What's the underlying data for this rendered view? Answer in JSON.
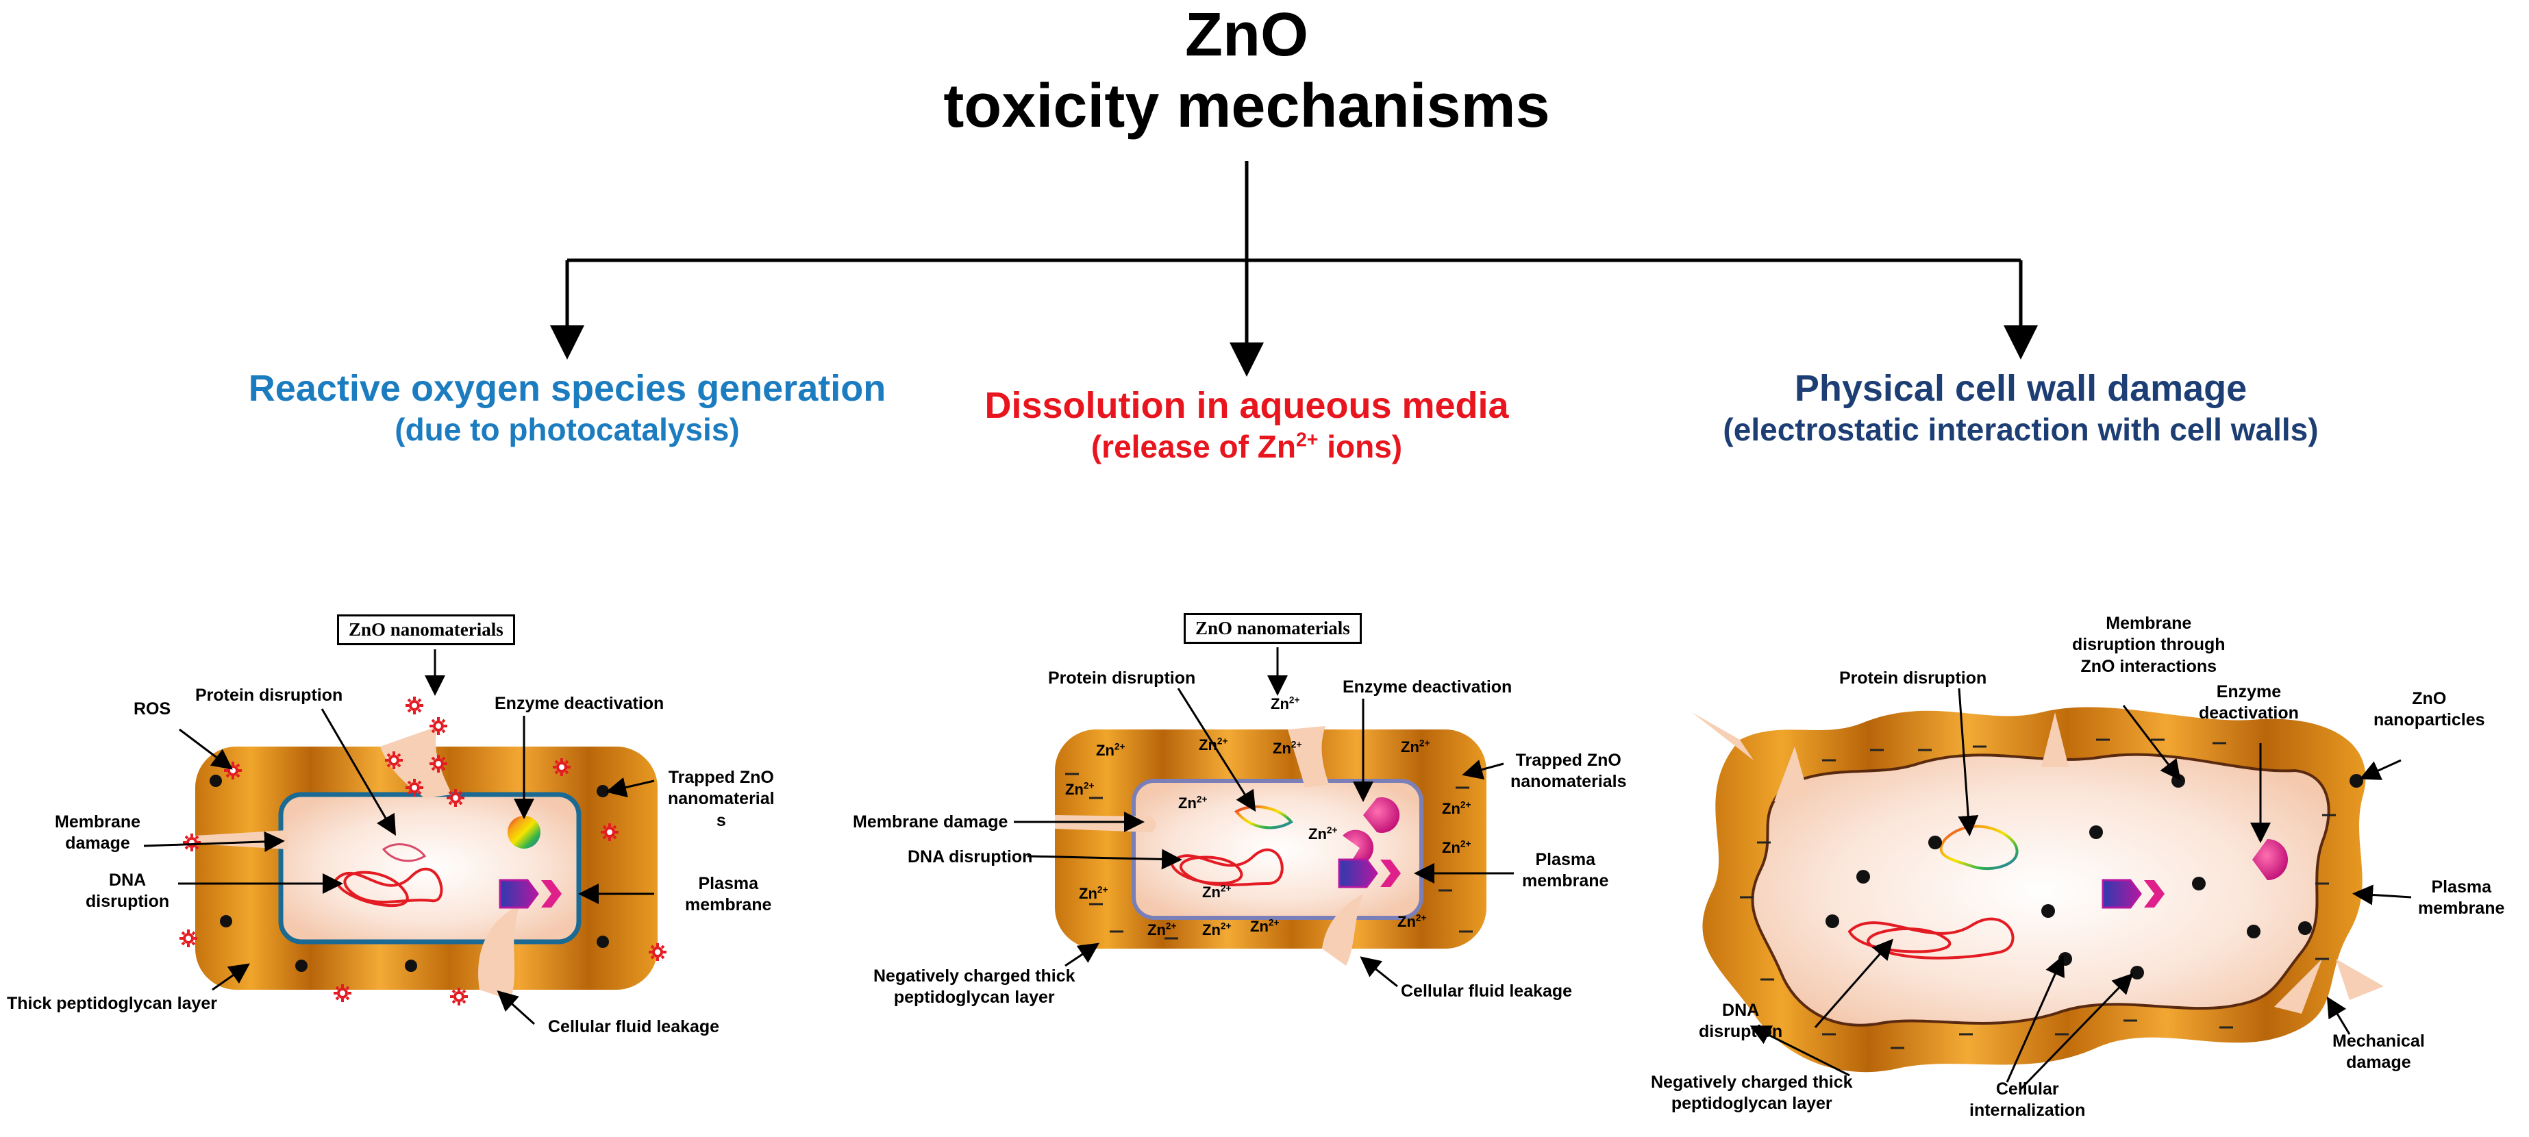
{
  "title": {
    "line1": "ZnO",
    "line2": "toxicity mechanisms"
  },
  "mechanisms": [
    {
      "title": "Reactive oxygen species generation",
      "subtitle": "(due to photocatalysis)",
      "color": "#1c7cc0"
    },
    {
      "title": "Dissolution in aqueous media",
      "subtitle_pre": "(release of Zn",
      "subtitle_sup": "2+",
      "subtitle_post": " ions)",
      "color": "#e8141e"
    },
    {
      "title": "Physical cell wall damage",
      "subtitle": "(electrostatic interaction with cell walls)",
      "color": "#1d3e74"
    }
  ],
  "panel1": {
    "box": "ZnO nanomaterials",
    "labels": {
      "ros": "ROS",
      "protein": "Protein disruption",
      "enzyme": "Enzyme deactivation",
      "trapped": "Trapped ZnO\nnanomaterial\ns",
      "membrane_damage": "Membrane\ndamage",
      "dna": "DNA\ndisruption",
      "plasma": "Plasma\nmembrane",
      "peptidoglycan": "Thick peptidoglycan layer",
      "leakage": "Cellular fluid leakage"
    }
  },
  "panel2": {
    "box": "ZnO nanomaterials",
    "ion_base": "Zn",
    "ion_sup": "2+",
    "labels": {
      "protein": "Protein disruption",
      "enzyme": "Enzyme deactivation",
      "trapped": "Trapped ZnO\nnanomaterials",
      "membrane_damage": "Membrane damage",
      "dna": "DNA disruption",
      "plasma": "Plasma\nmembrane",
      "peptidoglycan": "Negatively charged thick\npeptidoglycan layer",
      "leakage": "Cellular fluid leakage"
    }
  },
  "panel3": {
    "labels": {
      "protein": "Protein disruption",
      "membrane_disruption": "Membrane\ndisruption through\nZnO interactions",
      "enzyme": "Enzyme\ndeactivation",
      "nanoparticles": "ZnO\nnanoparticles",
      "plasma": "Plasma\nmembrane",
      "dna": "DNA\ndisruption",
      "peptidoglycan": "Negatively charged thick\npeptidoglycan layer",
      "internalization": "Cellular\ninternalization",
      "mechanical": "Mechanical\ndamage"
    }
  }
}
